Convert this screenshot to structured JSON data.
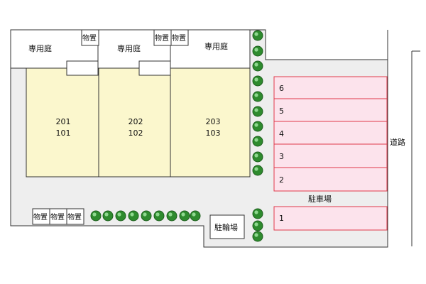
{
  "garden": {
    "left": "専用庭",
    "right": "専用庭"
  },
  "storage_label": "物置",
  "units": [
    {
      "upper": "201",
      "lower": "101"
    },
    {
      "upper": "202",
      "lower": "102"
    },
    {
      "upper": "203",
      "lower": "103"
    }
  ],
  "parking": {
    "label": "駐車場",
    "spaces": [
      "6",
      "5",
      "4",
      "3",
      "2"
    ],
    "lower_space": "1"
  },
  "bicycle_parking": "駐輪場",
  "road": "道路",
  "colors": {
    "lot": "#eeeeee",
    "unit": "#fbf7cd",
    "parking": "#fce3ec",
    "parking_border": "#e0394a",
    "tree": "#2e8b2e"
  }
}
